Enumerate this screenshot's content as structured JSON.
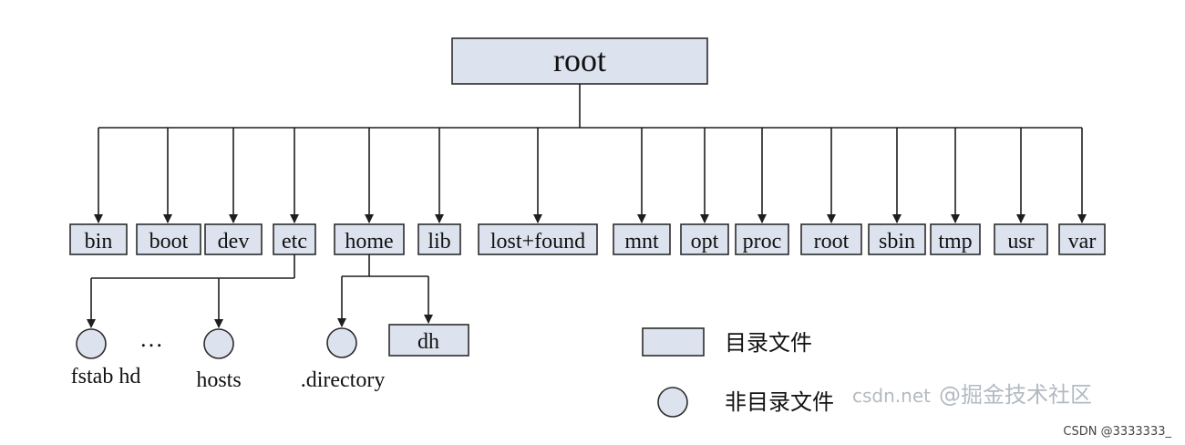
{
  "root_label": "root",
  "directories": [
    {
      "label": "bin"
    },
    {
      "label": "boot"
    },
    {
      "label": "dev"
    },
    {
      "label": "etc"
    },
    {
      "label": "home"
    },
    {
      "label": "lib"
    },
    {
      "label": "lost+found"
    },
    {
      "label": "mnt"
    },
    {
      "label": "opt"
    },
    {
      "label": "proc"
    },
    {
      "label": "root"
    },
    {
      "label": "sbin"
    },
    {
      "label": "tmp"
    },
    {
      "label": "usr"
    },
    {
      "label": "var"
    }
  ],
  "etc_children": {
    "file_labels": [
      "fstab hd",
      "hosts"
    ],
    "ellipsis": "…"
  },
  "home_children": {
    "file_label": ".directory",
    "dir_label": "dh"
  },
  "legend": {
    "directory": "目录文件",
    "non_directory": "非目录文件"
  },
  "watermarks": {
    "site": "csdn.net",
    "juejin": "@掘金技术社区",
    "credit": "CSDN @3333333_"
  },
  "colors": {
    "box_fill": "#dde3ee",
    "stroke": "#1e1e1e",
    "background": "#ffffff"
  }
}
